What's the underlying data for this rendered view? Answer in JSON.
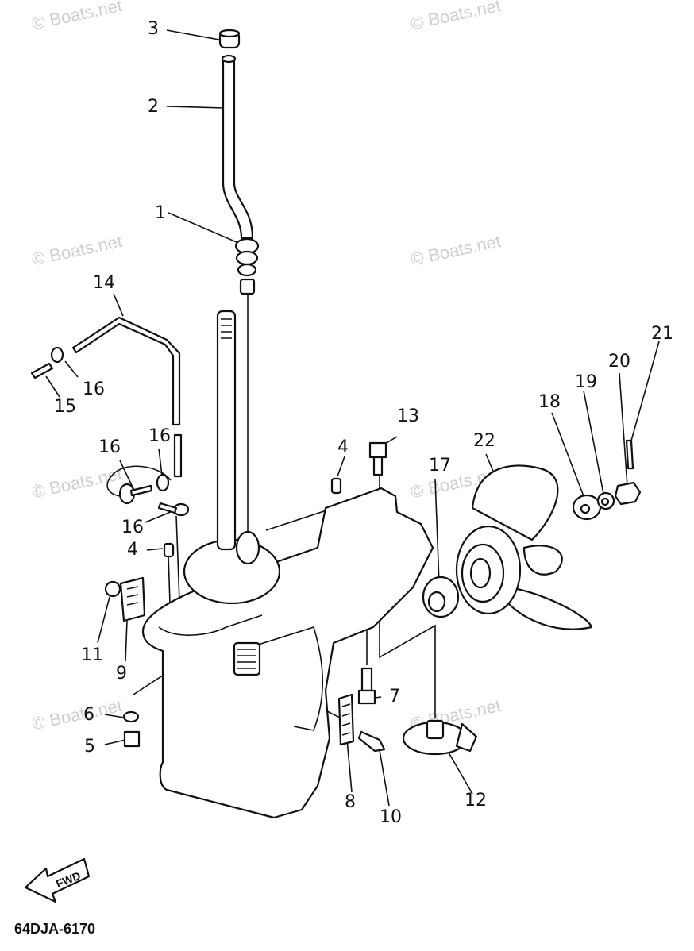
{
  "watermark": "© Boats.net",
  "diagram_code": "64DJA-6170",
  "fwd_label": "FWD",
  "callouts": {
    "c1": "1",
    "c2": "2",
    "c3": "3",
    "c4a": "4",
    "c4b": "4",
    "c5": "5",
    "c6": "6",
    "c7": "7",
    "c8": "8",
    "c9": "9",
    "c10": "10",
    "c11": "11",
    "c12": "12",
    "c13": "13",
    "c14": "14",
    "c15": "15",
    "c16a": "16",
    "c16b": "16",
    "c16c": "16",
    "c16d": "16",
    "c17": "17",
    "c18": "18",
    "c19": "19",
    "c20": "20",
    "c21": "21",
    "c22": "22"
  }
}
